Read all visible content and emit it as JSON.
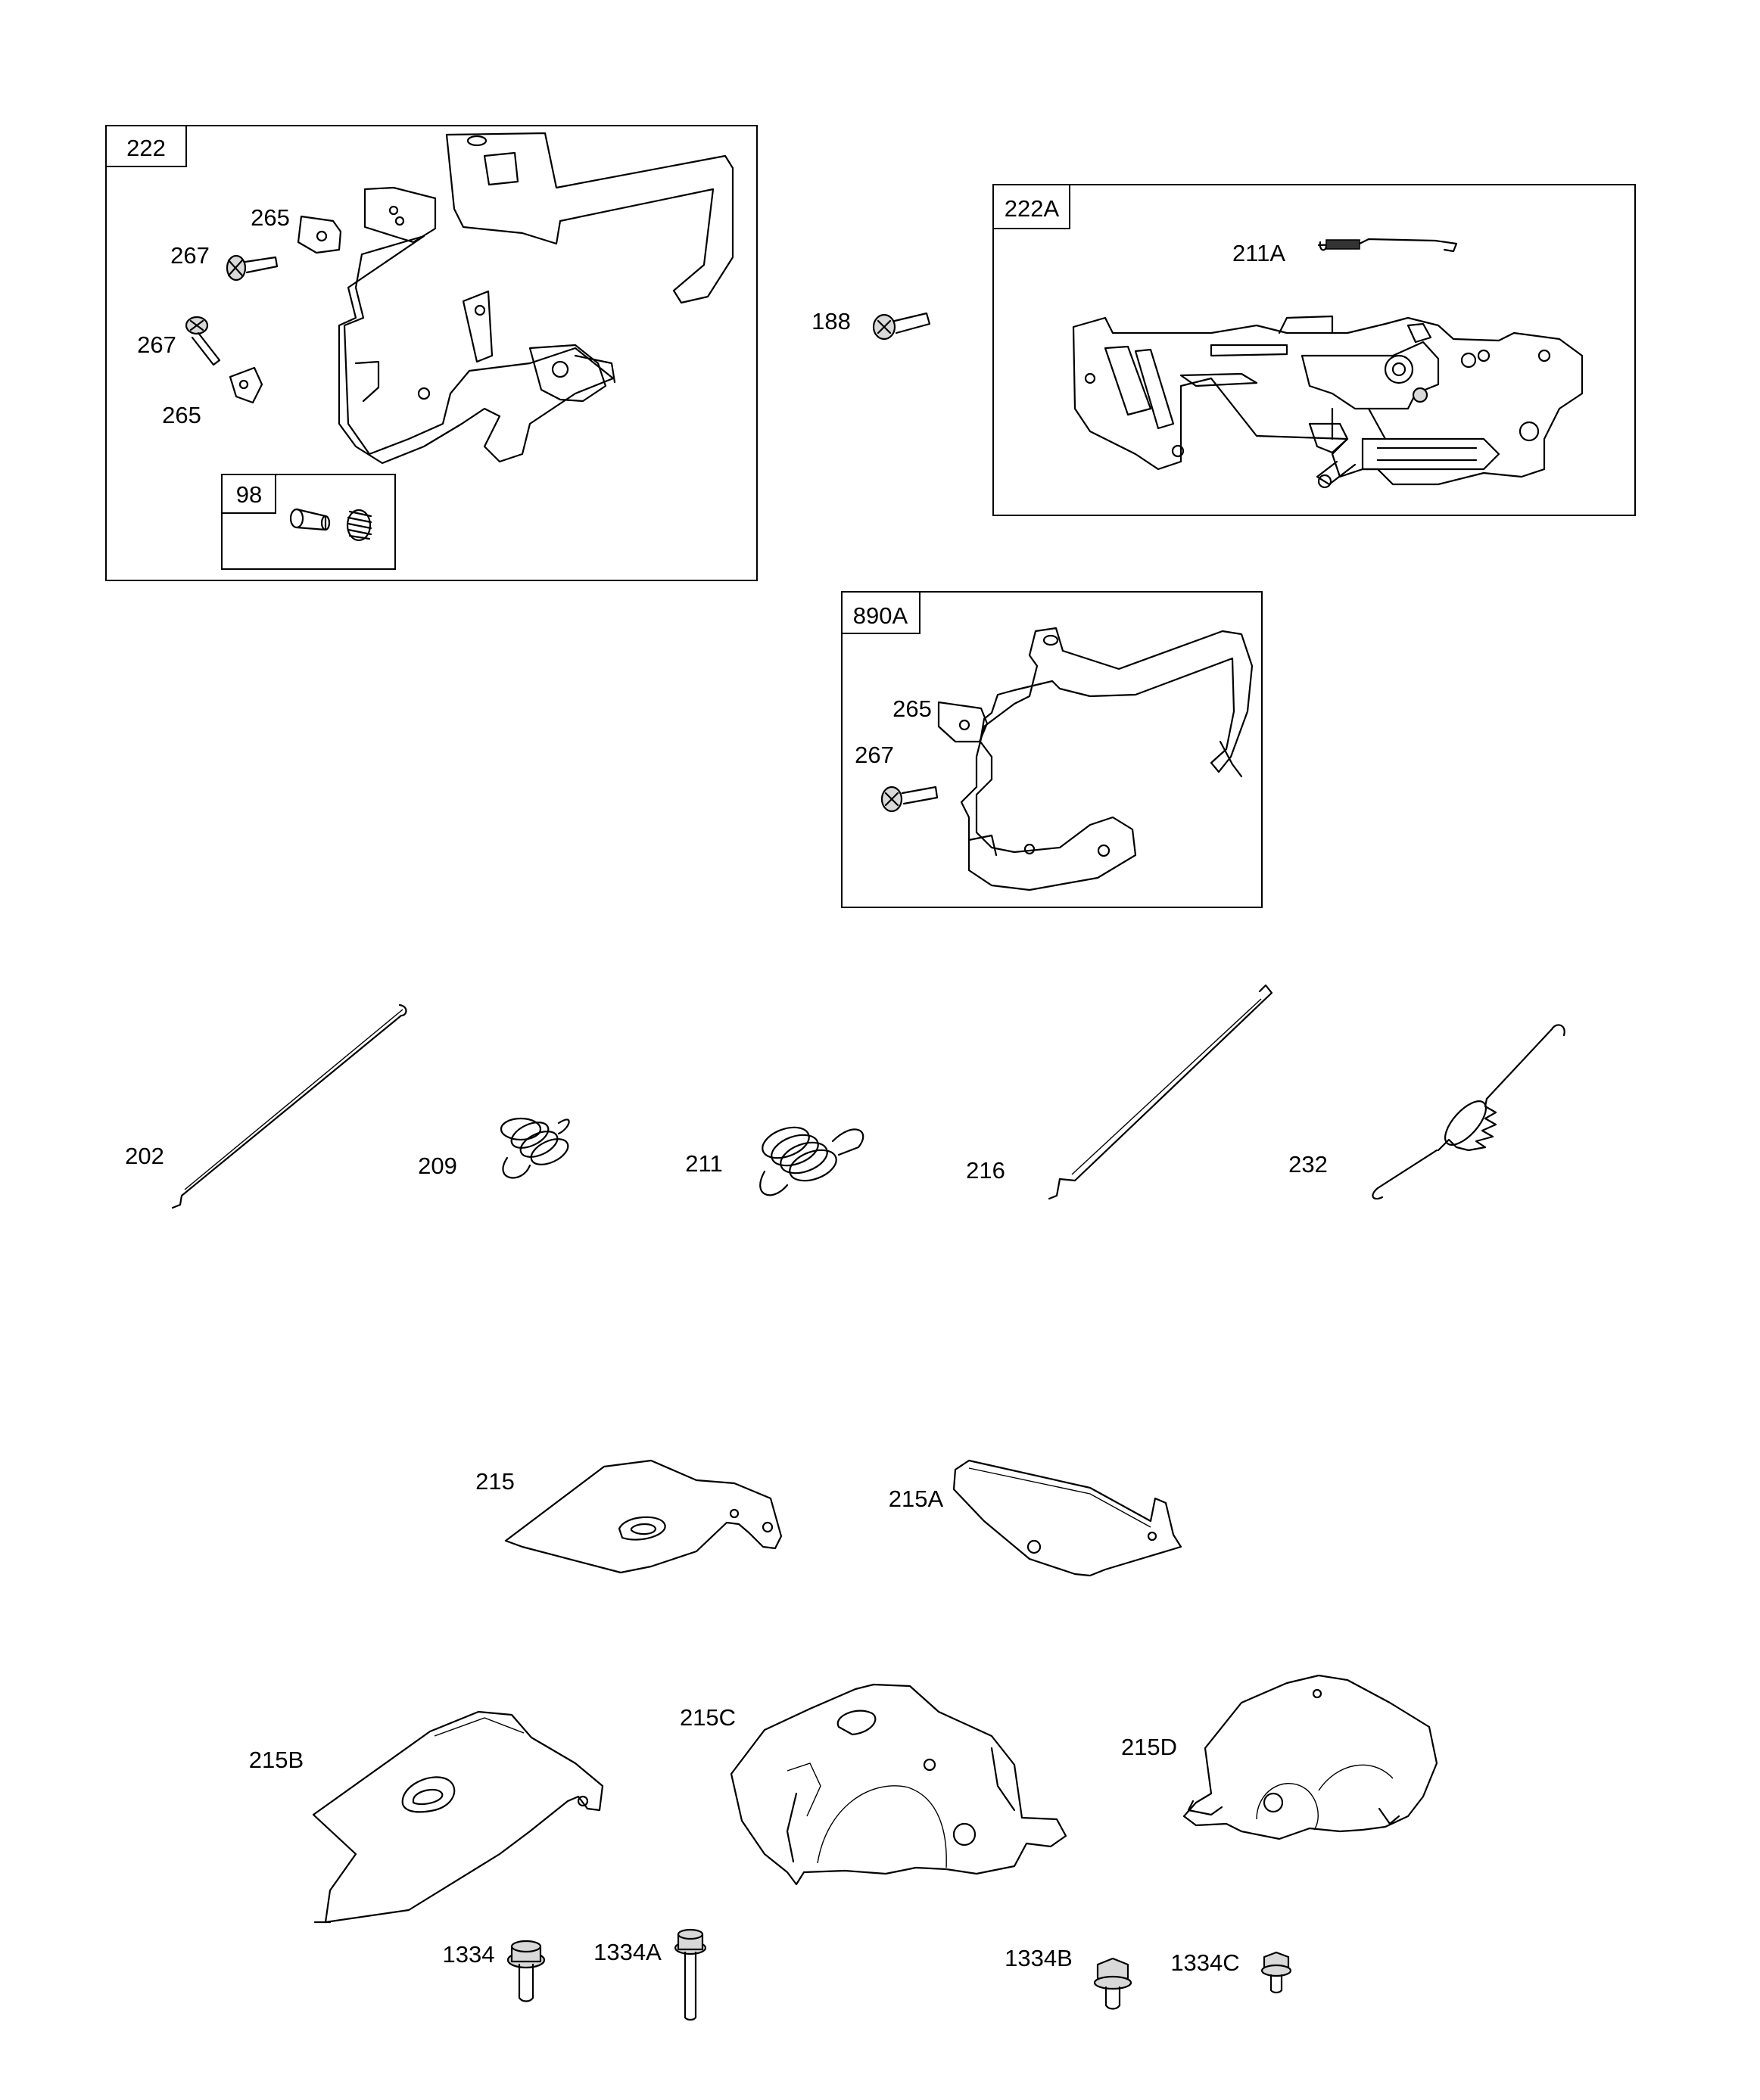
{
  "boxes": {
    "box_222": "222",
    "box_98": "98",
    "box_222A": "222A",
    "box_890A": "890A"
  },
  "callouts": {
    "c265_a": "265",
    "c267_a": "267",
    "c267_b": "267",
    "c265_b": "265",
    "c188": "188",
    "c211A": "211A",
    "c265_c": "265",
    "c267_c": "267",
    "c202": "202",
    "c209": "209",
    "c211": "211",
    "c216": "216",
    "c232": "232",
    "c215": "215",
    "c215A": "215A",
    "c215B": "215B",
    "c215C": "215C",
    "c215D": "215D",
    "c1334": "1334",
    "c1334A": "1334A",
    "c1334B": "1334B",
    "c1334C": "1334C"
  }
}
